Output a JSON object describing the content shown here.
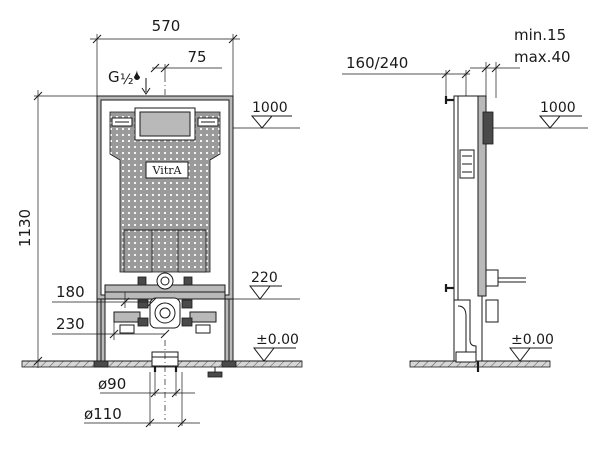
{
  "front_view": {
    "width_label": "570",
    "offset_label": "75",
    "supply_label_g": "G",
    "supply_label_fraction": "½",
    "height_label": "1130",
    "actuator_level_label": "1000",
    "logo_text": "VitrA",
    "drain_center_label": "220",
    "dim_180_label": "180",
    "dim_230_label": "230",
    "floor_label": "±0.00",
    "pipe_90_label": "ø90",
    "pipe_110_label": "ø110"
  },
  "side_view": {
    "depth_label": "160/240",
    "wall_min_label": "min.15",
    "wall_max_label": "max.40",
    "actuator_level_label": "1000",
    "floor_label": "±0.00"
  }
}
